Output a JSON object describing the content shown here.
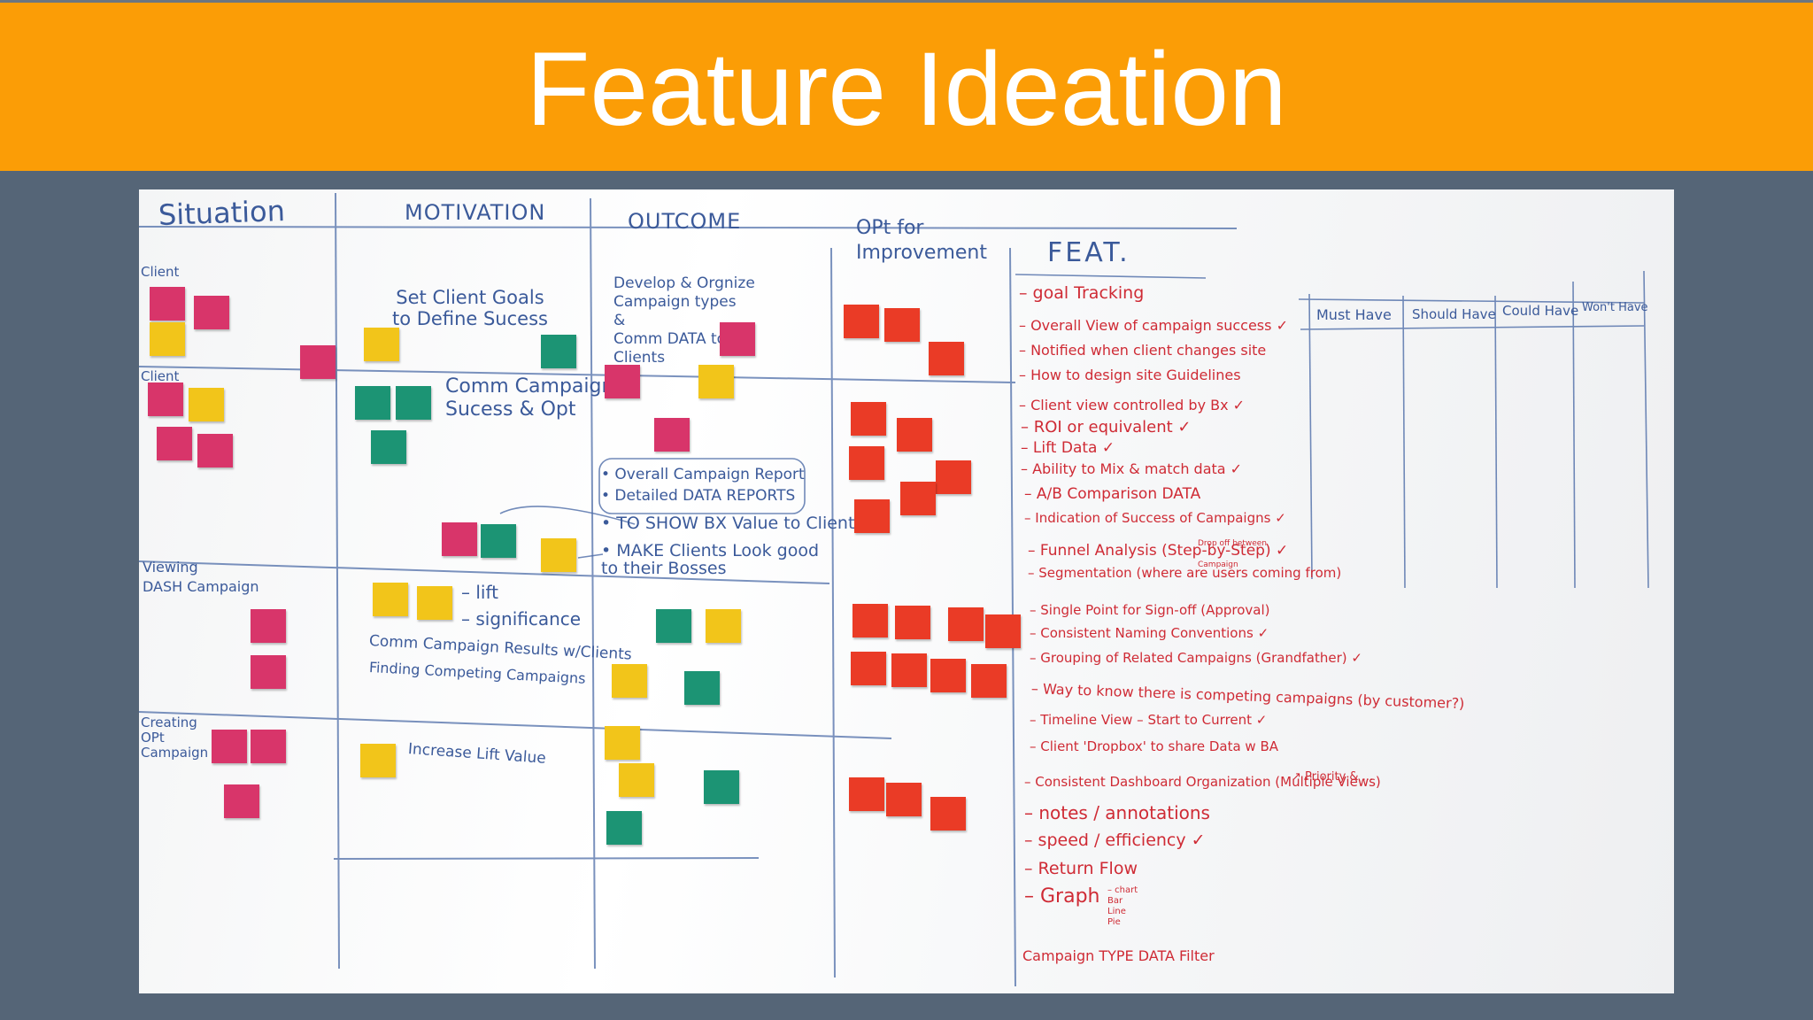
{
  "slide": {
    "title": "Feature Ideation"
  },
  "board": {
    "column_headers": {
      "situation": "Situation",
      "motivation": "MOTIVATION",
      "outcome": "OUTCOME",
      "opt_for_improvement": "OPt for\nImprovement",
      "feat": "FEAT."
    },
    "situation_rows": [
      "Client",
      "Client",
      "Viewing\nDASH Campaign",
      "Creating\nOPt\nCampaign"
    ],
    "motivation_notes": [
      "Set Client Goals\nto Define Sucess",
      "Comm Campaign\nSucess & Opt",
      "– lift\n– significance",
      "Comm Campaign Results w/Clients",
      "Finding Competing Campaigns",
      "Increase Lift Value"
    ],
    "outcome_notes": [
      "Develop & Orgnize\nCampaign types\n&\nComm DATA to\nClients",
      "• Overall Campaign Report\n• Detailed DATA REPORTS",
      "• TO SHOW BX Value to Client",
      "• MAKE Clients Look good\nto their Bosses"
    ],
    "features": [
      "– goal Tracking",
      "– Overall View of campaign success ✓",
      "– Notified when client changes site",
      "– How to design site Guidelines",
      "– Client view controlled by Bx ✓",
      "– ROI or equivalent ✓",
      "– Lift Data ✓",
      "– Ability to Mix & match data ✓",
      "– A/B Comparison DATA",
      "– Indication of Success of Campaigns ✓",
      "– Funnel Analysis (Step-by-Step) ✓",
      "– Segmentation (where are users coming from)",
      "– Single Point for Sign-off (Approval)",
      "– Consistent Naming Conventions ✓",
      "– Grouping of Related Campaigns (Grandfather) ✓",
      "– Way to know there is competing campaigns (by customer?)",
      "– Timeline View – Start to Current ✓",
      "– Client 'Dropbox' to share Data w BA",
      "– Consistent Dashboard Organization (Multiple Views)",
      "– notes / annotations",
      "– speed / efficiency ✓",
      "– Return Flow",
      "– Graph",
      "Campaign TYPE DATA Filter"
    ],
    "feature_asides": {
      "funnel": "Drop off between\nCampaign",
      "priority": "↗ Priority & ...",
      "graph": "– chart\nBar\nLine\nPie"
    },
    "priority_columns": [
      "Must Have",
      "Should Have",
      "Could Have",
      "Won't Have"
    ]
  },
  "colors": {
    "title_bar": "#fb9d06",
    "slide_background": "#556577",
    "marker_blue": "#3b5a9a",
    "marker_red": "#cf2b35",
    "note_pink": "#d8356a",
    "note_yellow": "#f2c51a",
    "note_teal": "#1c9474",
    "note_red": "#ea3b26"
  }
}
